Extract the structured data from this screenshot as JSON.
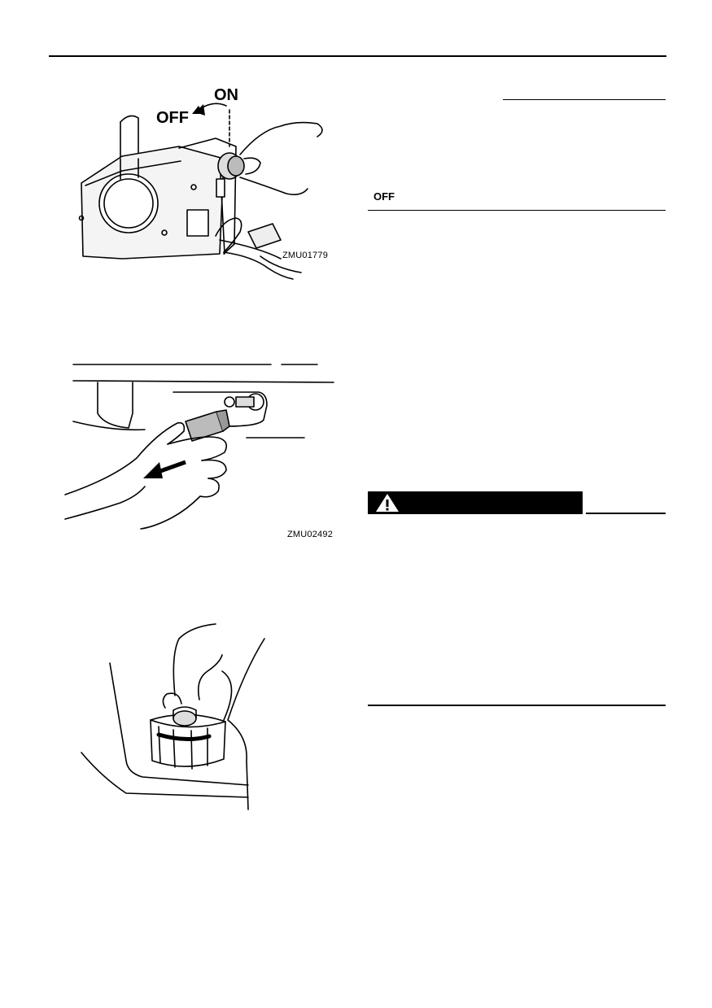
{
  "figures": {
    "fig1": {
      "code": "ZMU01779",
      "label_on": "ON",
      "label_off": "OFF"
    },
    "fig2": {
      "code": "ZMU02492"
    },
    "fig3": {}
  },
  "text_column": {
    "off_label": "OFF"
  },
  "warning": {
    "icon": "warning-triangle-icon"
  }
}
